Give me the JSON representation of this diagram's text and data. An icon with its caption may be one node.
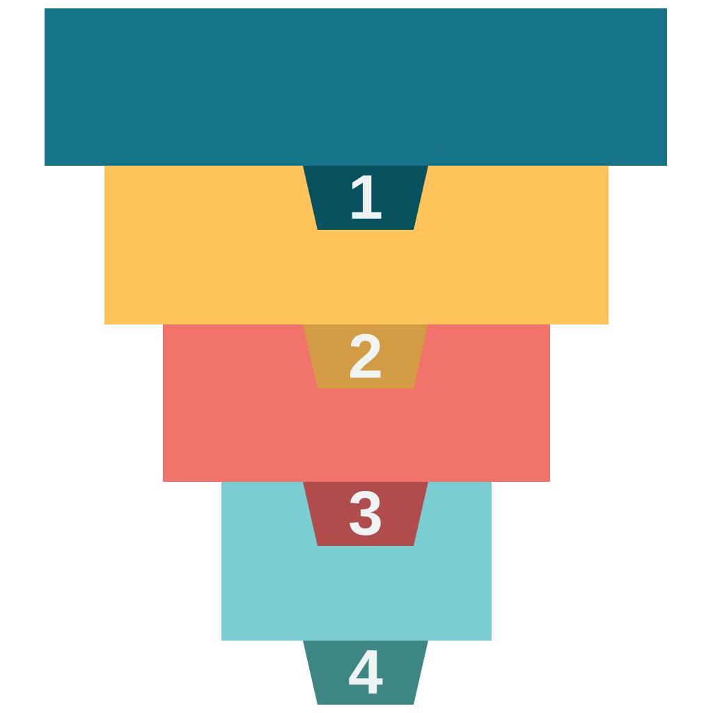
{
  "diagram": {
    "nodes": [
      {
        "text": [],
        "shape": "bar"
      },
      {
        "text": [],
        "shape": "bar"
      },
      {
        "text": [
          "1"
        ],
        "in": 1
      },
      {
        "text": [],
        "shape": "bar"
      },
      {
        "text": [
          "2"
        ],
        "in": 3
      },
      {
        "text": [],
        "shape": "bar"
      },
      {
        "text": [
          "3"
        ],
        "in": 5
      },
      {
        "text": [
          "4"
        ]
      }
    ]
  }
}
